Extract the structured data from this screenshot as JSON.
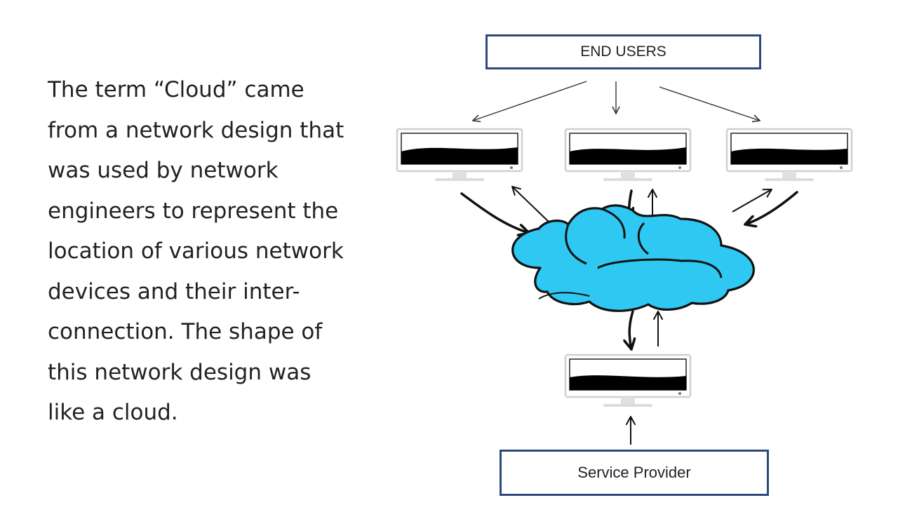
{
  "slide": {
    "body_lines": [
      "The term “Cloud” came",
      "from a network design that",
      "was used by network",
      "engineers to represent the",
      "location of various network",
      "devices and their inter-",
      "connection.  The shape of",
      "this network design was",
      "like a cloud."
    ]
  },
  "diagram": {
    "top_box_label": "END USERS",
    "bottom_box_label": "Service Provider",
    "cloud_color": "#2ec8f2",
    "box_border_color": "#2e4a7a"
  }
}
